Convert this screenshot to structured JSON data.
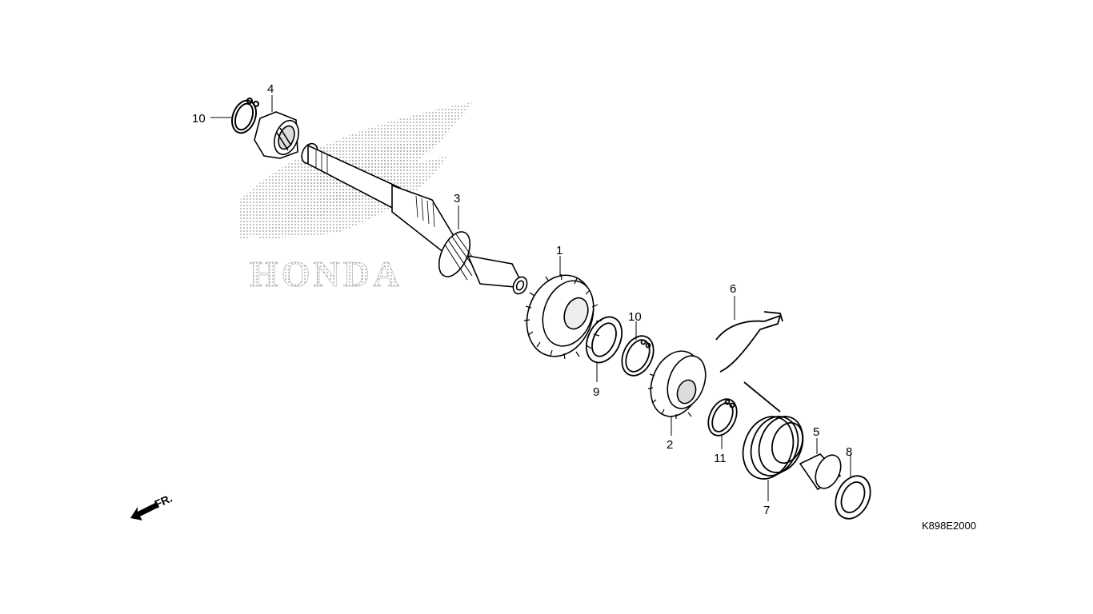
{
  "diagram": {
    "reference_code": "K898E2000",
    "front_label": "FR.",
    "watermark_text": "HONDA",
    "callouts": [
      "1",
      "2",
      "3",
      "4",
      "5",
      "6",
      "7",
      "8",
      "9",
      "10",
      "10",
      "11"
    ]
  },
  "colors": {
    "line": "#000000",
    "watermark": "#b5b5b5",
    "background": "#ffffff"
  },
  "icons": {
    "front_arrow": "front-direction-arrow-icon",
    "logo": "honda-wing-logo-icon"
  }
}
